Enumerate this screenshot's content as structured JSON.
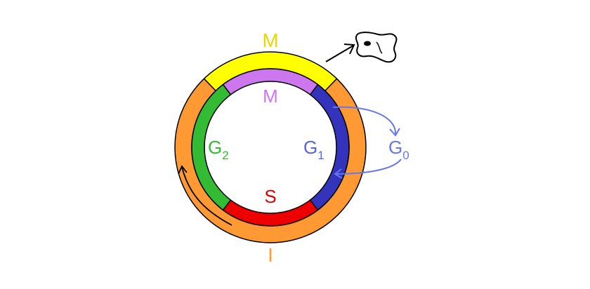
{
  "labels": {
    "outer_top": "M",
    "outer_bottom": "I",
    "inner_m": "M",
    "g1_base": "G",
    "g1_sub": "1",
    "g2_base": "G",
    "g2_sub": "2",
    "s": "S",
    "g0_base": "G",
    "g0_sub": "0"
  },
  "colors": {
    "interphase": "#FF9933",
    "mitosis_outer": "#FFFF00",
    "inner_m": "#CC77EE",
    "g1": "#3333BB",
    "s": "#EE0000",
    "g2": "#33BB33",
    "g0": "#6677EE",
    "label_m_outer": "#E8D800",
    "label_i": "#FF9933",
    "label_g2": "#33BB33",
    "label_s": "#DD0000",
    "label_g1": "#5566DD",
    "label_m_inner": "#CC77EE",
    "outline": "#000000"
  },
  "icons": {
    "daughter_cells": "daughter-cells-icon",
    "exit_arrow": "arrow-icon",
    "direction_arrow": "cycle-direction-arrow-icon",
    "g0_arrows": "g0-loop-arrow-icon"
  }
}
